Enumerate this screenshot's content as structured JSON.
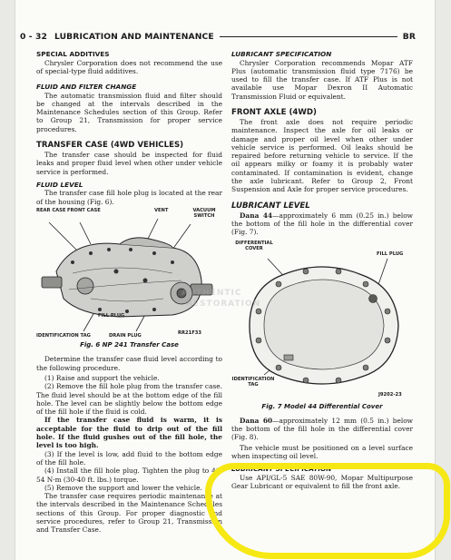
{
  "header": {
    "page": "0 - 32",
    "title": "LUBRICATION AND MAINTENANCE",
    "code": "BR"
  },
  "left": {
    "special_additives_heading": "SPECIAL ADDITIVES",
    "special_additives_text": "Chrysler Corporation does not recommend the use of special-type fluid additives.",
    "fluid_filter_heading": "FLUID AND FILTER CHANGE",
    "fluid_filter_text": "The automatic transmission fluid and filter should be changed at the intervals described in the Maintenance Schedules section of this Group. Refer to Group 21, Transmission for proper service procedures.",
    "transfer_case_heading": "TRANSFER CASE (4WD VEHICLES)",
    "transfer_case_text": "The transfer case should be inspected for fluid leaks and proper fluid level when other under vehicle service is performed.",
    "fluid_level_heading": "FLUID LEVEL",
    "fluid_level_text": "The transfer case fill hole plug is located at the rear of the housing (Fig. 6).",
    "fig6": {
      "label_rear_case": "REAR CASE",
      "label_front_case": "FRONT CASE",
      "label_vent": "VENT",
      "label_vacuum_switch": "VACUUM SWITCH",
      "label_fill_plug": "FILL PLUG",
      "label_id_tag": "IDENTIFICATION TAG",
      "label_drain_plug": "DRAIN PLUG",
      "code": "RR21F33",
      "caption": "Fig. 6 NP 241 Transfer Case"
    },
    "procedure_intro": "Determine the transfer case fluid level according to the following procedure.",
    "step1": "(1) Raise and support the vehicle.",
    "step2": "(2) Remove the fill hole plug from the transfer case. The fluid level should be at the bottom edge of the fill hole. The level can be slightly below the bottom edge of the fill hole if the fluid is cold.",
    "warning": "If the transfer case fluid is warm, it is acceptable for the fluid to drip out of the fill hole. If the fluid gushes out of the fill hole, the level is too high.",
    "step3": "(3) If the level is low, add fluid to the bottom edge of the fill hole.",
    "step4": "(4) Install the fill hole plug. Tighten the plug to 41-54 N·m (30-40 ft. lbs.) torque.",
    "step5": "(5) Remove the support and lower the vehicle.",
    "maintenance_text": "The transfer case requires periodic maintenance at the intervals described in the Maintenance Schedules sections of this Group. For proper diagnostic and service procedures, refer to Group 21, Transmission and Transfer Case."
  },
  "right": {
    "lubricant_spec_heading": "LUBRICANT SPECIFICATION",
    "lubricant_spec_text": "Chrysler Corporation recommends Mopar ATF Plus (automatic transmission fluid type 7176) be used to fill the transfer case. If ATF Plus is not available use Mopar Dexron II Automatic Transmission Fluid or equivalent.",
    "front_axle_heading": "FRONT AXLE (4WD)",
    "front_axle_text": "The front axle does not require periodic maintenance. Inspect the axle for oil leaks or damage and proper oil level when other under vehicle service is performed. Oil leaks should be repaired before returning vehicle to service. If the oil appears milky or foamy it is probably water contaminated. If contamination is evident, change the axle lubricant. Refer to Group 2, Front Suspension and Axle for proper service procedures.",
    "lubricant_level_heading": "LUBRICANT LEVEL",
    "dana44_bold": "Dana 44",
    "dana44_text": "—approximately 6 mm (0.25 in.) below the bottom of the fill hole in the differential cover (Fig. 7).",
    "fig7": {
      "label_diff_cover": "DIFFERENTIAL COVER",
      "label_fill_plug": "FILL PLUG",
      "label_id_tag": "IDENTIFICATION TAG",
      "code": "J9202-23",
      "caption": "Fig. 7 Model 44 Differential Cover"
    },
    "dana60_bold": "Dana 60",
    "dana60_text": "—approximately 12 mm (0.5 in.) below the bottom of the fill hole in the differential cover (Fig. 8).",
    "level_surface_text": "The vehicle must be positioned on a level surface when inspecting oil level.",
    "lubricant_spec2_heading": "LUBRICANT SPECIFICATION",
    "lubricant_spec2_text": "Use API/GL-5 SAE 80W-90, Mopar Multipurpose Gear Lubricant or equivalent to fill the front axle."
  },
  "watermark": {
    "line1": "AUTHENTIC",
    "line2": "RESTORATION"
  },
  "highlight_color": "#f6e814"
}
